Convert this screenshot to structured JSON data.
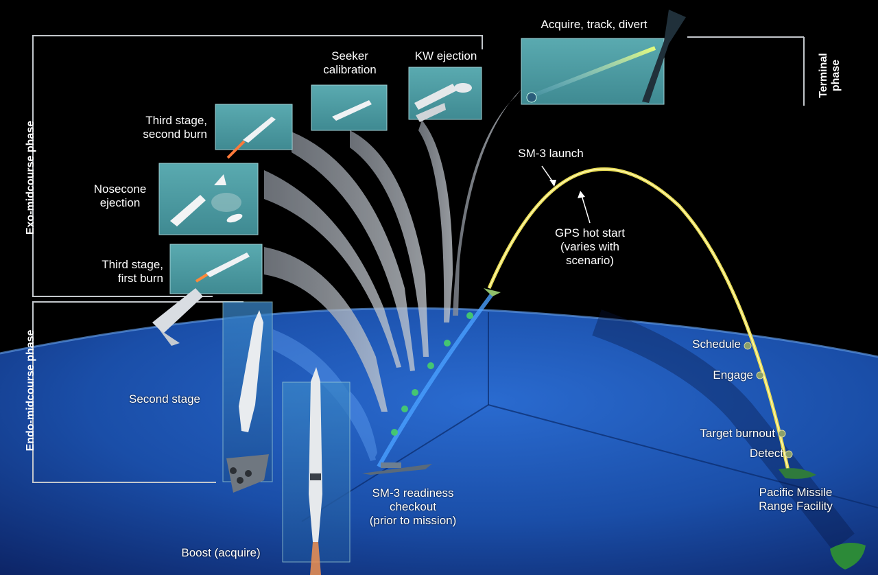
{
  "phases": {
    "exo": "Exo-midcourse phase",
    "endo": "Endo-midcourse phase",
    "terminal_line1": "Terminal",
    "terminal_line2": "phase"
  },
  "stages": {
    "acquire": "Acquire, track, divert",
    "seeker_line1": "Seeker",
    "seeker_line2": "calibration",
    "kw": "KW ejection",
    "third_second_line1": "Third stage,",
    "third_second_line2": "second burn",
    "nosecone_line1": "Nosecone",
    "nosecone_line2": "ejection",
    "third_first_line1": "Third stage,",
    "third_first_line2": "first burn",
    "second_stage": "Second stage",
    "boost": "Boost (acquire)"
  },
  "trajectory": {
    "sm3_launch": "SM-3 launch",
    "gps_line1": "GPS hot start",
    "gps_line2": "(varies with",
    "gps_line3": "scenario)",
    "schedule": "Schedule",
    "engage": "Engage",
    "target_burnout": "Target burnout",
    "detect": "Detect",
    "pmrf_line1": "Pacific Missile",
    "pmrf_line2": "Range Facility",
    "readiness_line1": "SM-3 readiness",
    "readiness_line2": "checkout",
    "readiness_line3": "(prior to mission)"
  },
  "colors": {
    "background": "#000000",
    "ocean_light": "#1f58b8",
    "ocean_dark": "#0a1d57",
    "panel": "#4e9ea4",
    "trajectory": "#e6dc5a",
    "bracket": "#bfc3c8"
  }
}
